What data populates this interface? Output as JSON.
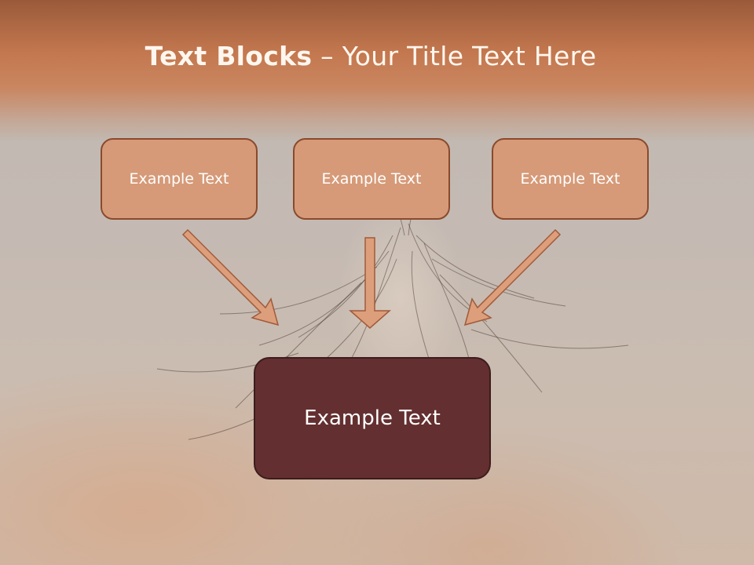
{
  "title": {
    "bold": "Text Blocks",
    "rest": " – Your Title Text Here"
  },
  "blocks": [
    {
      "label": "Example Text"
    },
    {
      "label": "Example Text"
    },
    {
      "label": "Example Text"
    }
  ],
  "target": {
    "label": "Example Text"
  },
  "colors": {
    "title_band": "#c4784f",
    "block_fill": "#d69a78",
    "block_border": "#8a4a2c",
    "target_fill": "#642f30",
    "arrow_fill": "#dd9f7b"
  }
}
